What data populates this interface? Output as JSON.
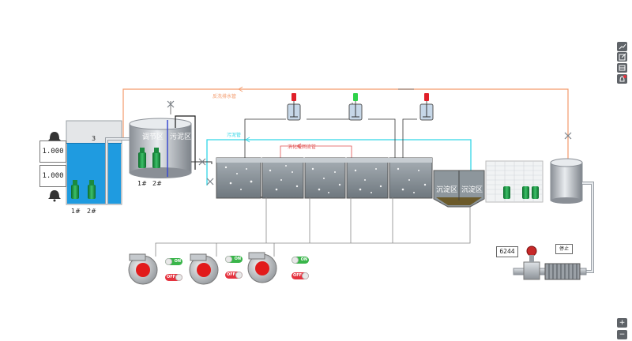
{
  "pipes": {
    "backwash_drain": "反洗排水管",
    "sludge": "污泥管",
    "digest_return": "消化液回流管"
  },
  "tanks": {
    "collection_level": "3",
    "adjust_zone": "调节区",
    "sludge_zone": "污泥区",
    "settling_1": "沉淀区",
    "settling_2": "沉淀区"
  },
  "pump_labels": {
    "collection_1": "1#",
    "collection_2": "2#",
    "adjust_1": "1#",
    "adjust_2": "2#"
  },
  "readings": {
    "level_top": "1.000",
    "level_bottom": "1.000"
  },
  "flow_meter": {
    "value": "6244",
    "status": "停止"
  },
  "blowers": [
    {
      "on_label": "ON",
      "off_label": "OFF"
    },
    {
      "on_label": "ON",
      "off_label": "OFF"
    },
    {
      "on_label": "ON",
      "off_label": "OFF"
    }
  ],
  "agitator_colors": [
    "#e0202a",
    "#2ed24a",
    "#e0202a"
  ],
  "toolbar": {
    "icons": [
      "chart-icon",
      "edit-icon",
      "table-icon",
      "alarm-bell-icon"
    ],
    "zoom_in": "+",
    "zoom_out": "−"
  },
  "colors": {
    "water": "#1f9be0",
    "backwash_pipe": "#f39a6b",
    "sludge_pipe": "#33d6e6",
    "return_pipe": "#e05050",
    "alarm_off": "#e5323e",
    "alarm_on": "#39b54a"
  }
}
